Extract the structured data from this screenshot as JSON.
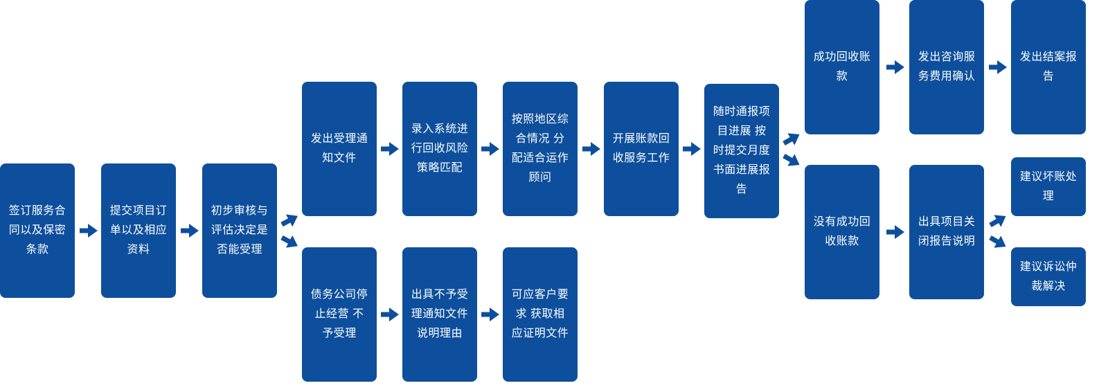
{
  "colors": {
    "box": "#0d4f9c",
    "arrow": "#0d4f9c",
    "text": "#ffffff"
  },
  "steps": {
    "s1": "签订服务合\n同以及保密\n条款",
    "s2": "提交项目订\n单以及相应\n资料",
    "s3": "初步审核与\n评估决定是\n否能受理",
    "s4": "发出受理通\n知文件",
    "s5": "录入系统进\n行回收风险\n策略匹配",
    "s6": "按照地区综\n合情况 分\n配适合运作\n顾问",
    "s7": "开展账款回\n收服务工作",
    "s8": "随时通报项\n目进展 按\n时提交月度\n书面进展报\n告",
    "s9": "成功回收账\n款",
    "s10": "发出咨询服\n务费用确认",
    "s11": "发出结案报\n告",
    "s12": "没有成功回\n收账款",
    "s13": "出具项目关\n闭报告说明",
    "s14": "建议坏账处\n理",
    "s15": "建议诉讼仲\n裁解决",
    "s16": "债务公司停\n止经营 不\n予受理",
    "s17": "出具不予受\n理通知文件\n说明理由",
    "s18": "可应客户要\n求 获取相\n应证明文件"
  }
}
